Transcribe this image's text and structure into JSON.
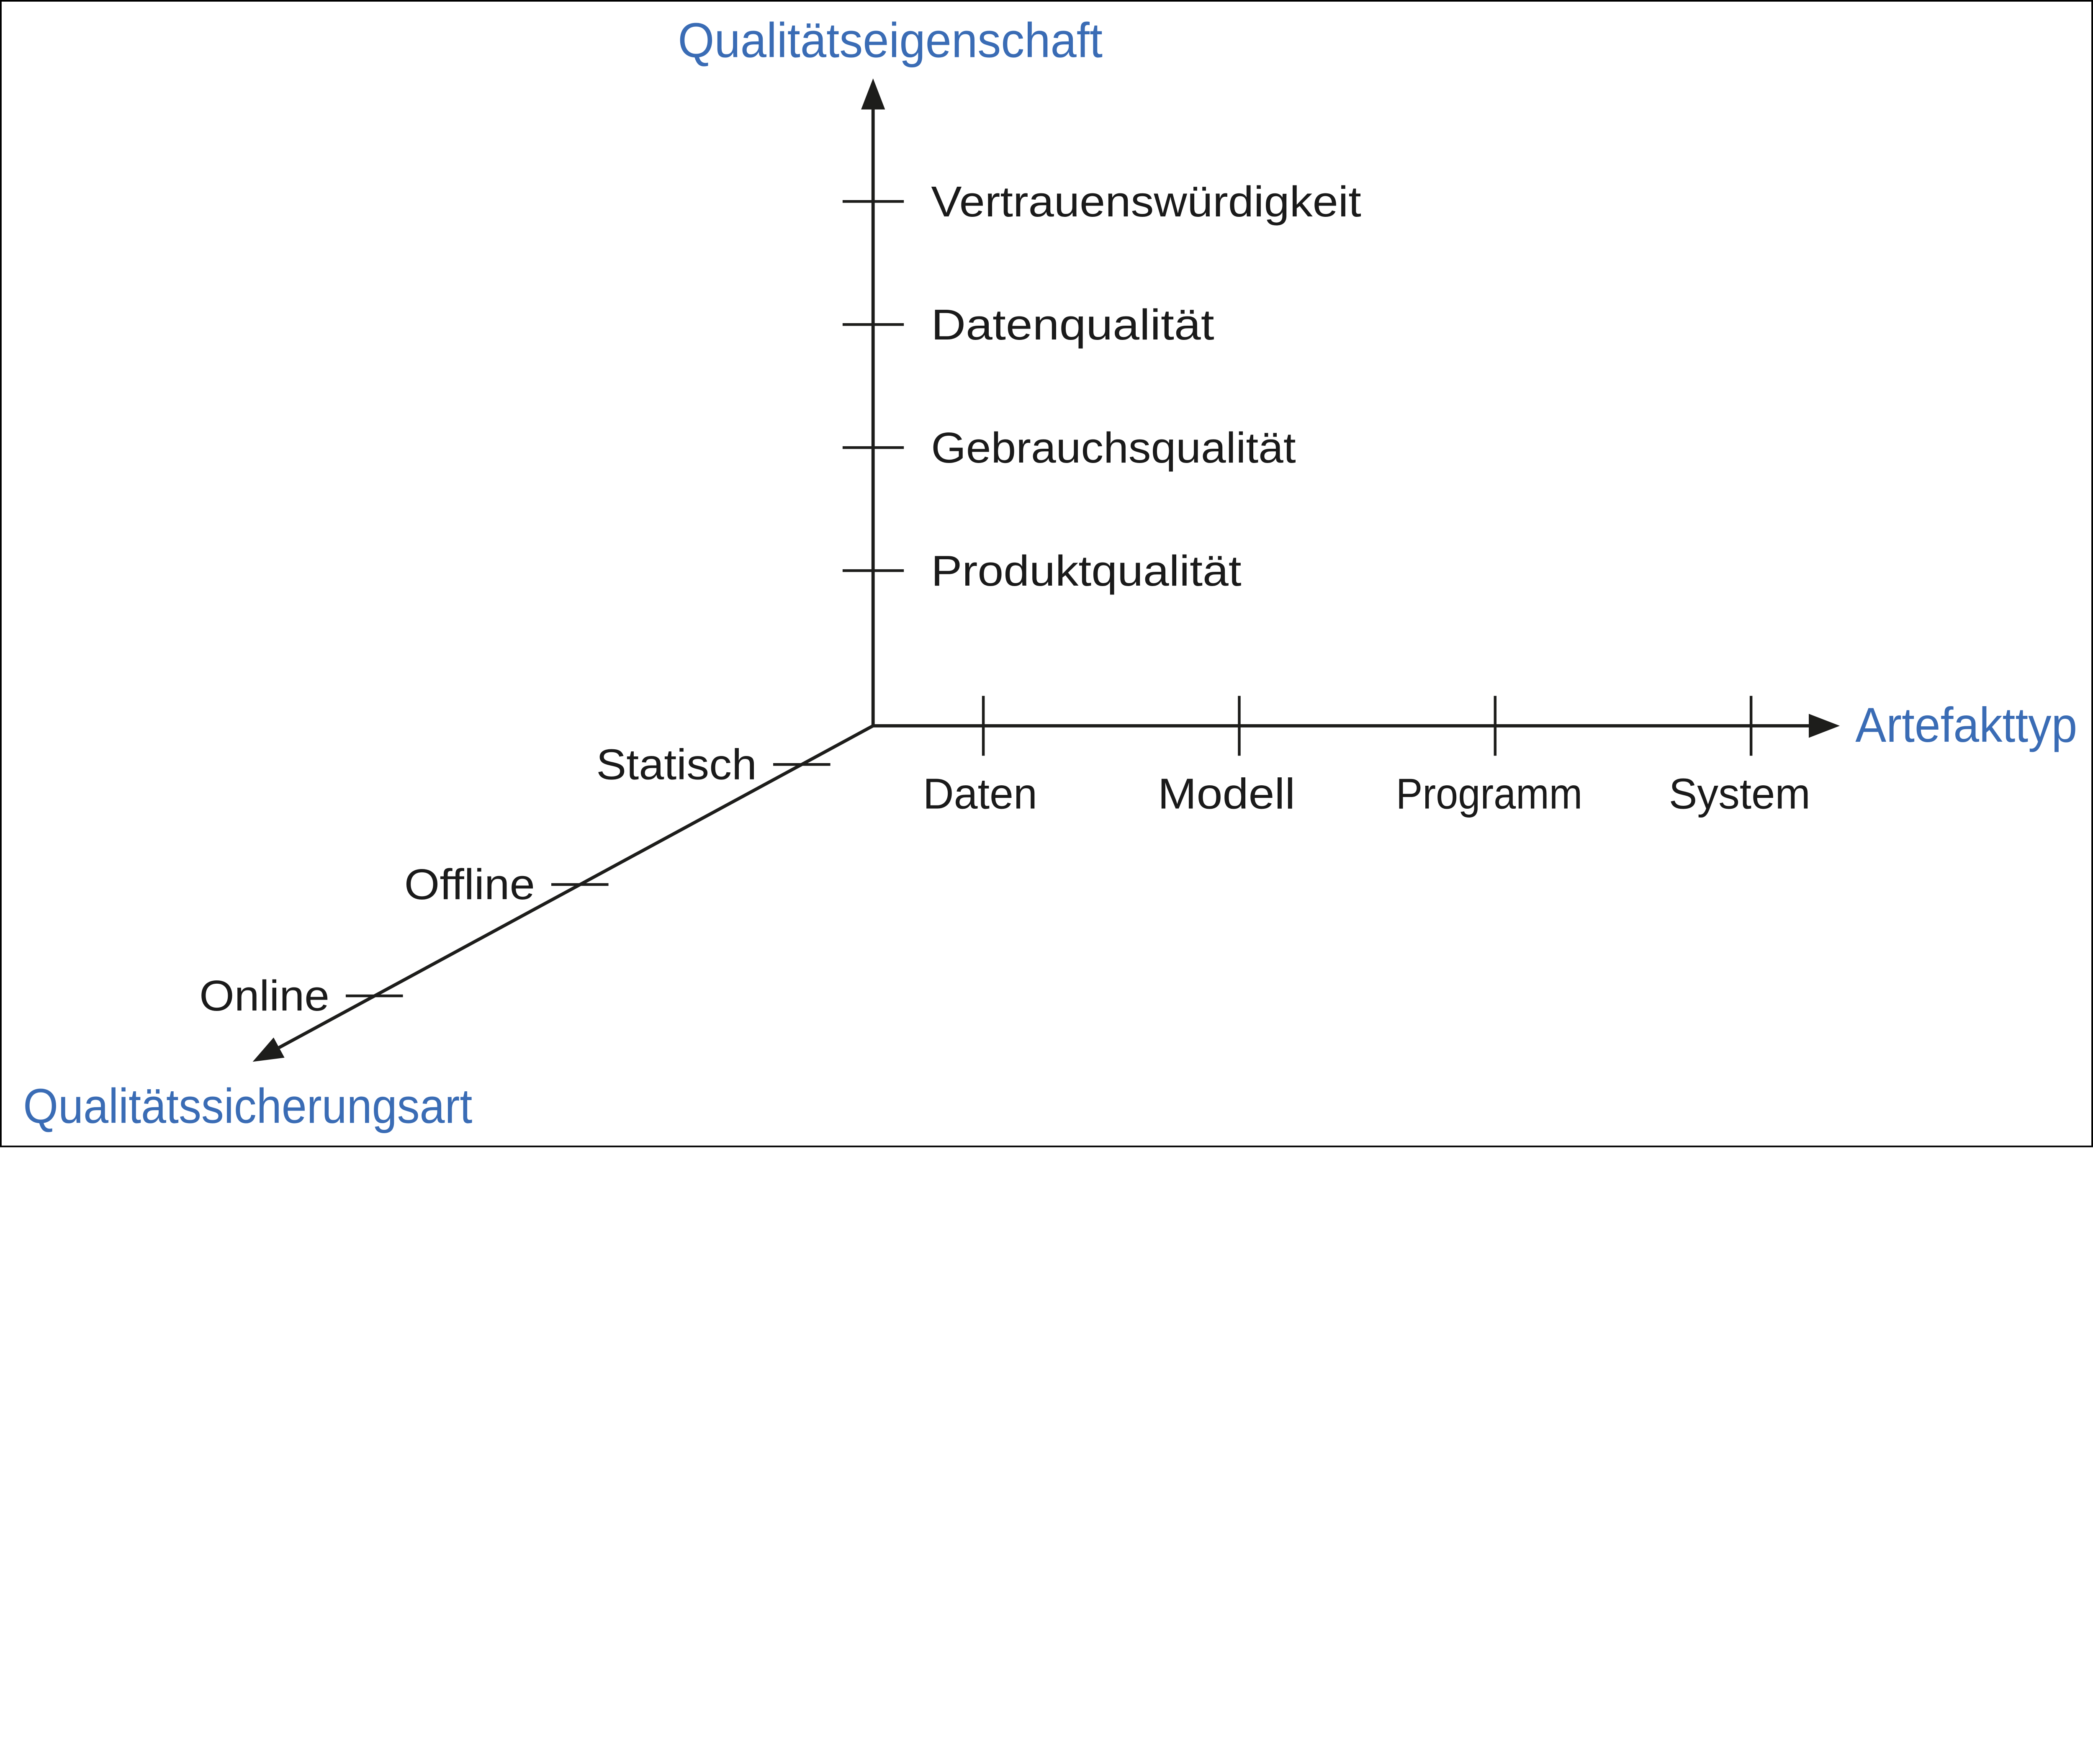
{
  "diagram": {
    "background_color": "#ffffff",
    "line_color": "#1d1d1b",
    "axis_title_color": "#3a6cb5",
    "tick_label_color": "#1a1a1a",
    "y_axis": {
      "title": "Qualitätseigenschaft",
      "ticks": [
        "Vertrauenswürdigkeit",
        "Datenqualität",
        "Gebrauchsqualität",
        "Produktqualität"
      ]
    },
    "x_axis": {
      "title": "Artefakttyp",
      "ticks": [
        "Daten",
        "Modell",
        "Programm",
        "System"
      ]
    },
    "z_axis": {
      "title": "Qualitätssicherungsart",
      "ticks": [
        "Statisch",
        "Offline",
        "Online"
      ]
    }
  }
}
